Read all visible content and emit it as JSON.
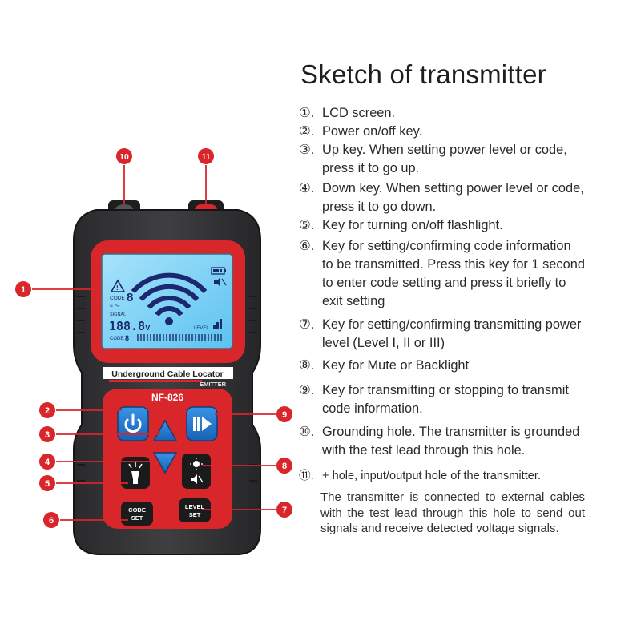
{
  "title": "Sketch of transmitter",
  "device": {
    "brand_line": "Underground Cable Locator",
    "model": "NF-826",
    "mode": "EMITTER",
    "lcd": {
      "code_label": "CODE",
      "code_value": "8",
      "signal_label": "SIGNAL",
      "voltage": "188.8",
      "voltage_unit": "V",
      "level_label": "LEVEL",
      "code_bottom_label": "CODE",
      "code_bottom_value": "8"
    },
    "buttons": {
      "code_set": [
        "CODE",
        "SET"
      ],
      "level_set": [
        "LEVEL",
        "SET"
      ]
    }
  },
  "callouts": [
    "1",
    "2",
    "3",
    "4",
    "5",
    "6",
    "7",
    "8",
    "9",
    "10",
    "11"
  ],
  "items": [
    {
      "num": "①.",
      "lines": [
        "LCD screen."
      ]
    },
    {
      "num": "②.",
      "lines": [
        "Power on/off key."
      ]
    },
    {
      "num": "③.",
      "lines": [
        "Up key. When setting power level or code,",
        "press it to go up."
      ]
    },
    {
      "num": "④.",
      "lines": [
        "Down key. When setting power level or code,",
        "press it to go down."
      ]
    },
    {
      "num": "⑤.",
      "lines": [
        "Key for turning on/off flashlight."
      ]
    },
    {
      "num": "⑥.",
      "lines": [
        "Key for setting/confirming code information",
        "to be transmitted. Press this key for 1 second",
        "to enter code setting and press it briefly to",
        "exit setting"
      ]
    },
    {
      "num": "⑦.",
      "lines": [
        "Key for setting/confirming transmitting power",
        "level (Level I, II or III)"
      ]
    },
    {
      "num": "⑧.",
      "lines": [
        "Key for Mute or Backlight"
      ]
    },
    {
      "num": "⑨.",
      "lines": [
        "Key for transmitting or stopping to transmit",
        "code information."
      ]
    },
    {
      "num": "⑩.",
      "lines": [
        "Grounding hole. The transmitter is grounded",
        "with the test lead through this hole."
      ]
    },
    {
      "num": "⑪.",
      "lines": [
        "+ hole, input/output hole of the transmitter."
      ]
    }
  ],
  "note": "The transmitter is connected to external cables with the test lead through this hole to send out signals and receive detected voltage signals.",
  "colors": {
    "accent_red": "#d8262b",
    "button_blue": "#1f78d1",
    "lcd_blue": "#7fd1f5"
  }
}
